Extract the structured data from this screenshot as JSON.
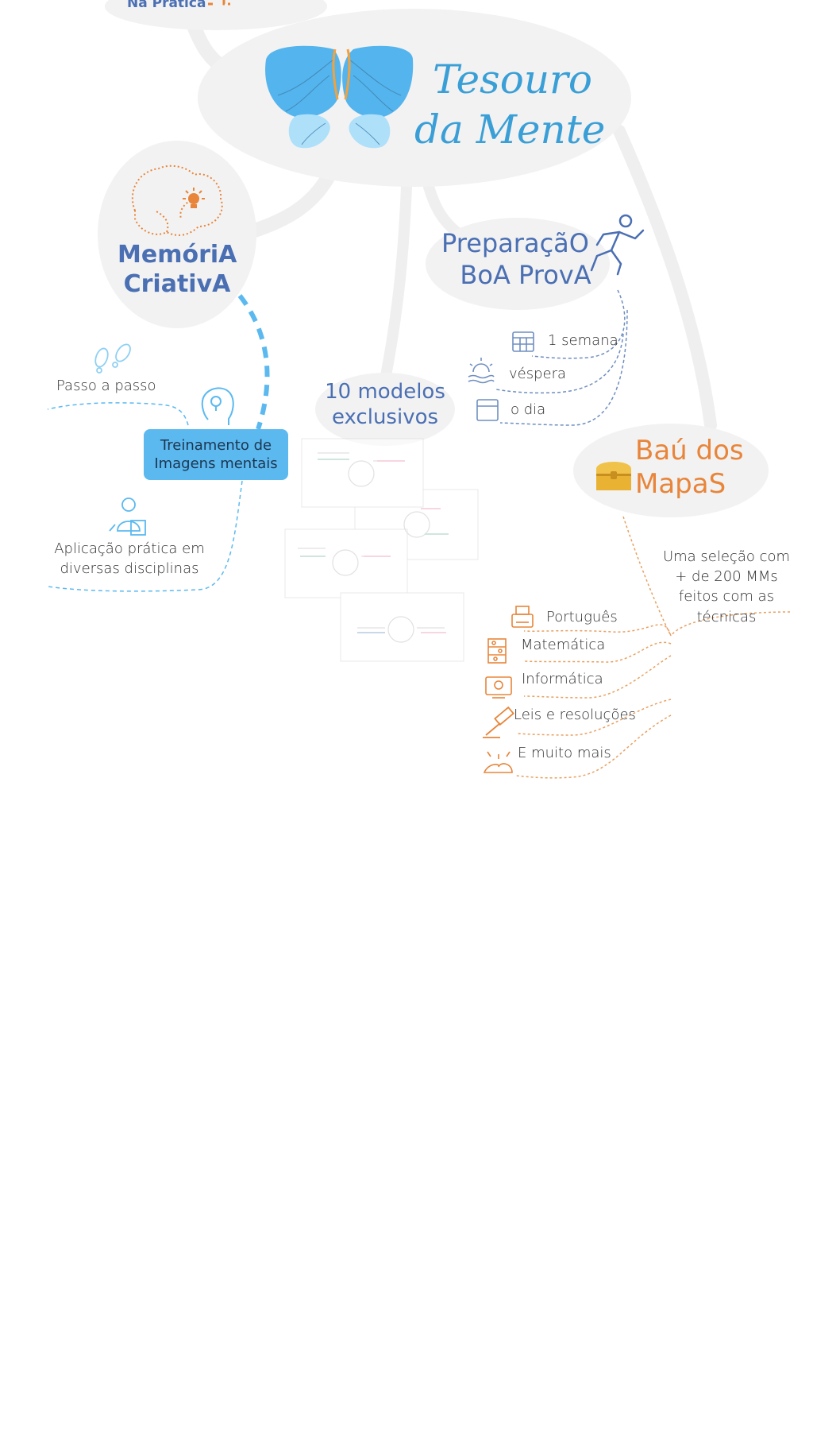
{
  "central": {
    "line1": "Tesouro",
    "line2": "da Mente"
  },
  "top_fragment": {
    "label": "Na Prática"
  },
  "memoria": {
    "line1": "MemóriA",
    "line2": "CriativA"
  },
  "preparacao": {
    "line1": "PreparaçãO",
    "line2": "BoA ProvA",
    "items": [
      {
        "label": "1 semana",
        "icon": "calendar-grid-icon"
      },
      {
        "label": "véspera",
        "icon": "sunset-icon"
      },
      {
        "label": "o dia",
        "icon": "calendar-icon"
      }
    ]
  },
  "modelos": {
    "line1": "10 modelos",
    "line2": "exclusivos"
  },
  "treinamento": {
    "line1": "Treinamento de",
    "line2": "Imagens mentais",
    "branches": [
      {
        "label": "Passo a passo",
        "icon": "footprints-icon"
      },
      {
        "label": "Aplicação prática em diversas disciplinas",
        "icon": "teacher-icon"
      }
    ]
  },
  "bau": {
    "line1": "Baú dos",
    "line2": "MapaS",
    "description": "Uma seleção com + de 200 MMs feitos com as técnicas",
    "items": [
      {
        "label": "Português",
        "icon": "typewriter-icon"
      },
      {
        "label": "Matemática",
        "icon": "abacus-icon"
      },
      {
        "label": "Informática",
        "icon": "computer-icon"
      },
      {
        "label": "Leis e resoluções",
        "icon": "gavel-icon"
      },
      {
        "label": "E muito mais",
        "icon": "open-book-icon"
      }
    ]
  },
  "colors": {
    "bubble": "#f2f2f2",
    "connector": "#efefef",
    "blue_text": "#4a6fb3",
    "orange": "#e8853a",
    "light_blue": "#5bb9f0",
    "dark_blue": "#3a9fd6"
  }
}
